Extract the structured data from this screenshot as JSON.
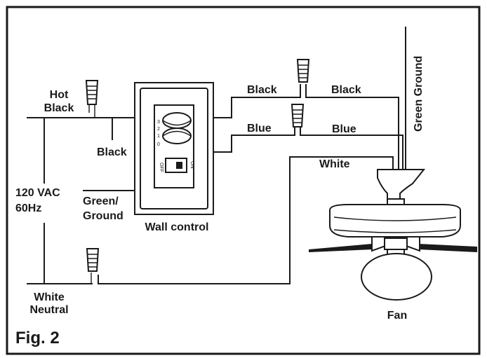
{
  "labels": {
    "hot_black": [
      "Hot",
      "Black"
    ],
    "black_junction": "Black",
    "voltage": [
      "120 VAC",
      "60Hz"
    ],
    "green_ground_left": [
      "Green/",
      "Ground"
    ],
    "white_neutral": [
      "White",
      "Neutral"
    ],
    "wall_control": "Wall control",
    "black_left_top": "Black",
    "black_right_top": "Black",
    "blue_left": "Blue",
    "blue_right": "Blue",
    "white_right": "White",
    "green_ground_vertical": "Green Ground",
    "fan": "Fan",
    "figure": "Fig. 2"
  },
  "control_markings": {
    "speeds": [
      "3",
      "2",
      "1",
      "0"
    ],
    "off": "OFF",
    "on": "ON"
  },
  "colors": {
    "line": "#1a1a1a",
    "background": "#ffffff"
  }
}
